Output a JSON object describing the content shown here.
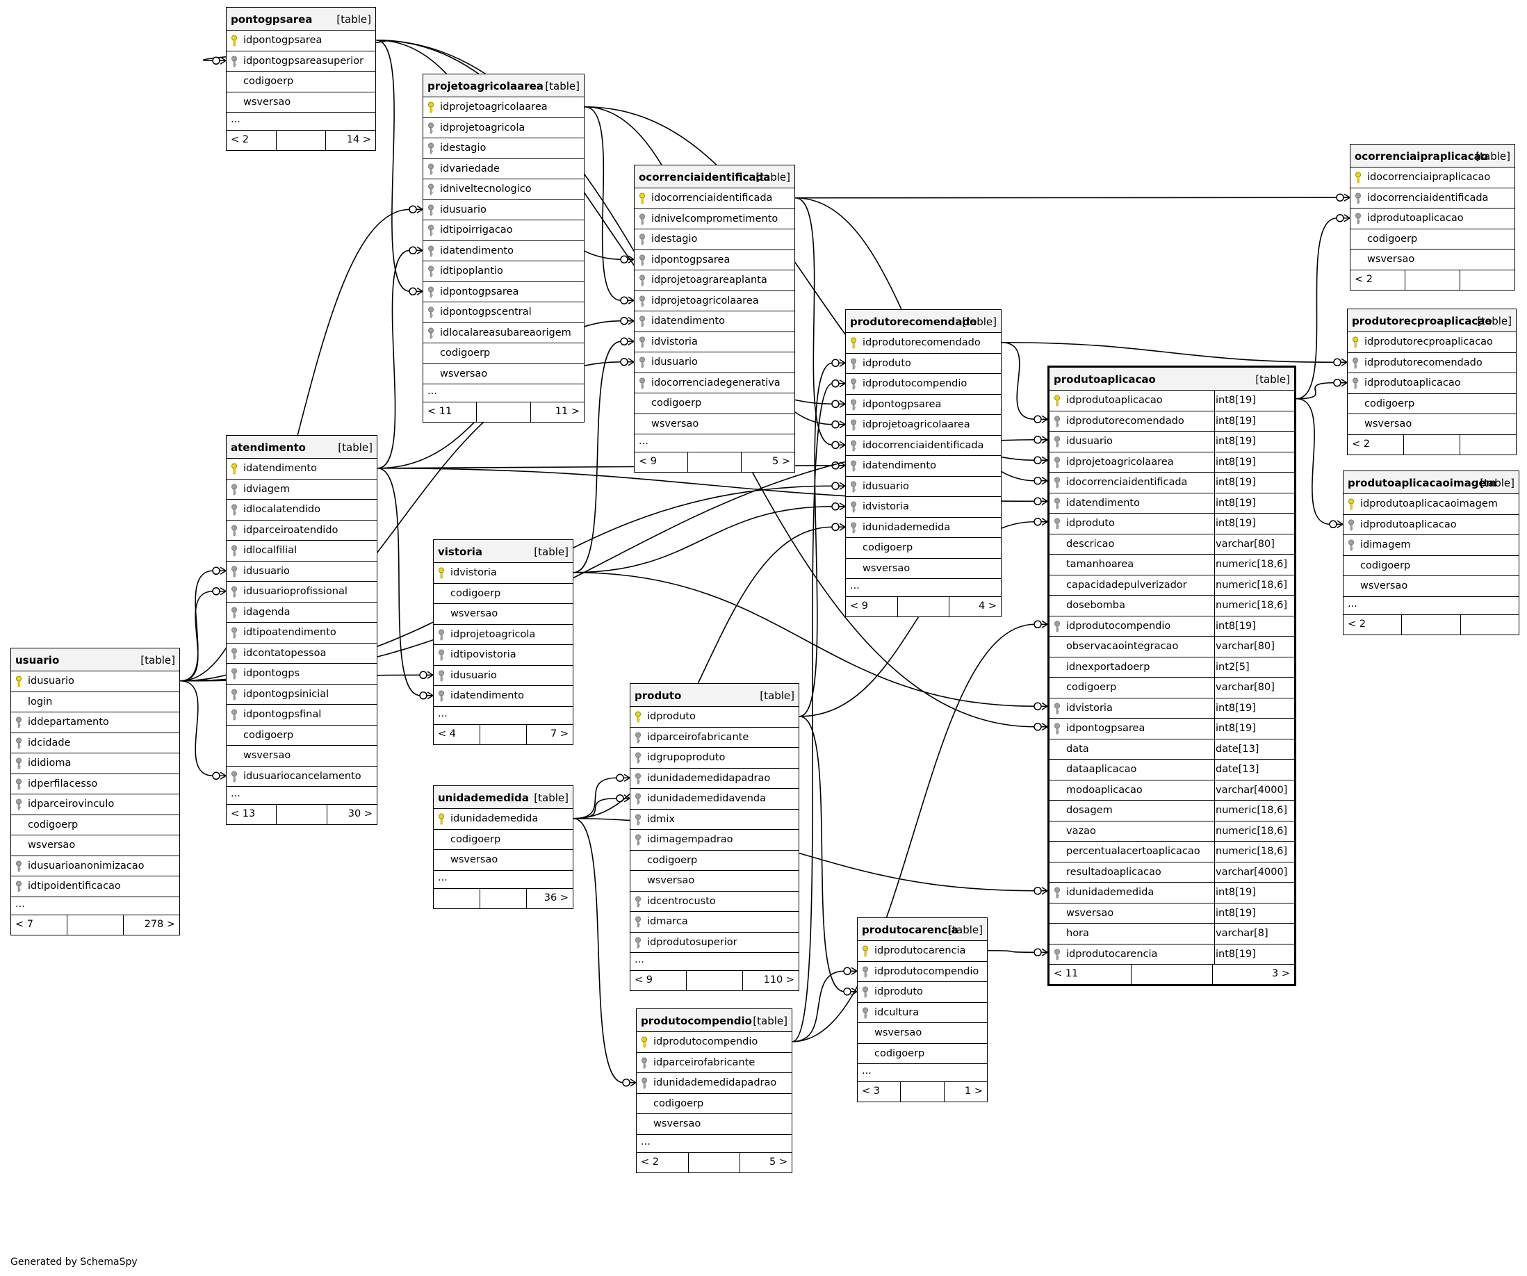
{
  "footer_text": "Generated by SchemaSpy",
  "colors": {
    "primary_key": "#f2d600",
    "foreign_key": "#a0a0a0",
    "header_bg": "#f3f3f3",
    "line": "#000000"
  },
  "tables": [
    {
      "id": "pontogpsarea",
      "name": "pontogpsarea",
      "type": "[table]",
      "columns": [
        {
          "n": "idpontogpsarea",
          "k": "pk"
        },
        {
          "n": "idpontogpsareasuperior",
          "k": "fk"
        },
        {
          "n": "codigoerp",
          "k": ""
        },
        {
          "n": "wsversao",
          "k": ""
        }
      ],
      "more": "...",
      "foot": [
        "< 2",
        "",
        "14 >"
      ]
    },
    {
      "id": "projetoagricolaarea",
      "name": "projetoagricolaarea",
      "type": "[table]",
      "columns": [
        {
          "n": "idprojetoagricolaarea",
          "k": "pk"
        },
        {
          "n": "idprojetoagricola",
          "k": "fk"
        },
        {
          "n": "idestagio",
          "k": "fk"
        },
        {
          "n": "idvariedade",
          "k": "fk"
        },
        {
          "n": "idniveltecnologico",
          "k": "fk"
        },
        {
          "n": "idusuario",
          "k": "fk"
        },
        {
          "n": "idtipoirrigacao",
          "k": "fk"
        },
        {
          "n": "idatendimento",
          "k": "fk"
        },
        {
          "n": "idtipoplantio",
          "k": "fk"
        },
        {
          "n": "idpontogpsarea",
          "k": "fk"
        },
        {
          "n": "idpontogpscentral",
          "k": "fk"
        },
        {
          "n": "idlocalareasubareaorigem",
          "k": "fk"
        },
        {
          "n": "codigoerp",
          "k": ""
        },
        {
          "n": "wsversao",
          "k": ""
        }
      ],
      "more": "...",
      "foot": [
        "< 11",
        "",
        "11 >"
      ]
    },
    {
      "id": "ocorrenciaidentificada",
      "name": "ocorrenciaidentificada",
      "type": "[table]",
      "columns": [
        {
          "n": "idocorrenciaidentificada",
          "k": "pk"
        },
        {
          "n": "idnivelcomprometimento",
          "k": "fk"
        },
        {
          "n": "idestagio",
          "k": "fk"
        },
        {
          "n": "idpontogpsarea",
          "k": "fk"
        },
        {
          "n": "idprojetoagrareaplanta",
          "k": "fk"
        },
        {
          "n": "idprojetoagricolaarea",
          "k": "fk"
        },
        {
          "n": "idatendimento",
          "k": "fk"
        },
        {
          "n": "idvistoria",
          "k": "fk"
        },
        {
          "n": "idusuario",
          "k": "fk"
        },
        {
          "n": "idocorrenciadegenerativa",
          "k": "fk"
        },
        {
          "n": "codigoerp",
          "k": ""
        },
        {
          "n": "wsversao",
          "k": ""
        }
      ],
      "more": "...",
      "foot": [
        "< 9",
        "",
        "5 >"
      ]
    },
    {
      "id": "ocorrenciaipraplicacao",
      "name": "ocorrenciaipraplicacao",
      "type": "[table]",
      "columns": [
        {
          "n": "idocorrenciaipraplicacao",
          "k": "pk"
        },
        {
          "n": "idocorrenciaidentificada",
          "k": "fk"
        },
        {
          "n": "idprodutoaplicacao",
          "k": "fk"
        },
        {
          "n": "codigoerp",
          "k": ""
        },
        {
          "n": "wsversao",
          "k": ""
        }
      ],
      "more": "",
      "foot": [
        "< 2",
        "",
        ""
      ]
    },
    {
      "id": "produtorecproaplicacao",
      "name": "produtorecproaplicacao",
      "type": "[table]",
      "columns": [
        {
          "n": "idprodutorecproaplicacao",
          "k": "pk"
        },
        {
          "n": "idprodutorecomendado",
          "k": "fk"
        },
        {
          "n": "idprodutoaplicacao",
          "k": "fk"
        },
        {
          "n": "codigoerp",
          "k": ""
        },
        {
          "n": "wsversao",
          "k": ""
        }
      ],
      "more": "",
      "foot": [
        "< 2",
        "",
        ""
      ]
    },
    {
      "id": "produtoaplicacaoimagem",
      "name": "produtoaplicacaoimagem",
      "type": "[table]",
      "columns": [
        {
          "n": "idprodutoaplicacaoimagem",
          "k": "pk"
        },
        {
          "n": "idprodutoaplicacao",
          "k": "fk"
        },
        {
          "n": "idimagem",
          "k": "fk"
        },
        {
          "n": "codigoerp",
          "k": ""
        },
        {
          "n": "wsversao",
          "k": ""
        }
      ],
      "more": "...",
      "foot": [
        "< 2",
        "",
        ""
      ]
    },
    {
      "id": "produtorecomendado",
      "name": "produtorecomendado",
      "type": "[table]",
      "columns": [
        {
          "n": "idprodutorecomendado",
          "k": "pk"
        },
        {
          "n": "idproduto",
          "k": "fk"
        },
        {
          "n": "idprodutocompendio",
          "k": "fk"
        },
        {
          "n": "idpontogpsarea",
          "k": "fk"
        },
        {
          "n": "idprojetoagricolaarea",
          "k": "fk"
        },
        {
          "n": "idocorrenciaidentificada",
          "k": "fk"
        },
        {
          "n": "idatendimento",
          "k": "fk"
        },
        {
          "n": "idusuario",
          "k": "fk"
        },
        {
          "n": "idvistoria",
          "k": "fk"
        },
        {
          "n": "idunidademedida",
          "k": "fk"
        },
        {
          "n": "codigoerp",
          "k": ""
        },
        {
          "n": "wsversao",
          "k": ""
        }
      ],
      "more": "...",
      "foot": [
        "< 9",
        "",
        "4 >"
      ]
    },
    {
      "id": "produtoaplicacao",
      "name": "produtoaplicacao",
      "type": "[table]",
      "focus": true,
      "columns": [
        {
          "n": "idprodutoaplicacao",
          "k": "pk",
          "t": "int8[19]"
        },
        {
          "n": "idprodutorecomendado",
          "k": "fk",
          "t": "int8[19]"
        },
        {
          "n": "idusuario",
          "k": "fk",
          "t": "int8[19]"
        },
        {
          "n": "idprojetoagricolaarea",
          "k": "fk",
          "t": "int8[19]"
        },
        {
          "n": "idocorrenciaidentificada",
          "k": "fk",
          "t": "int8[19]"
        },
        {
          "n": "idatendimento",
          "k": "fk",
          "t": "int8[19]"
        },
        {
          "n": "idproduto",
          "k": "fk",
          "t": "int8[19]"
        },
        {
          "n": "descricao",
          "k": "",
          "t": "varchar[80]"
        },
        {
          "n": "tamanhoarea",
          "k": "",
          "t": "numeric[18,6]"
        },
        {
          "n": "capacidadepulverizador",
          "k": "",
          "t": "numeric[18,6]"
        },
        {
          "n": "dosebomba",
          "k": "",
          "t": "numeric[18,6]"
        },
        {
          "n": "idprodutocompendio",
          "k": "fk",
          "t": "int8[19]"
        },
        {
          "n": "observacaointegracao",
          "k": "",
          "t": "varchar[80]"
        },
        {
          "n": "idnexportadoerp",
          "k": "",
          "t": "int2[5]"
        },
        {
          "n": "codigoerp",
          "k": "",
          "t": "varchar[80]"
        },
        {
          "n": "idvistoria",
          "k": "fk",
          "t": "int8[19]"
        },
        {
          "n": "idpontogpsarea",
          "k": "fk",
          "t": "int8[19]"
        },
        {
          "n": "data",
          "k": "",
          "t": "date[13]"
        },
        {
          "n": "dataaplicacao",
          "k": "",
          "t": "date[13]"
        },
        {
          "n": "modoaplicacao",
          "k": "",
          "t": "varchar[4000]"
        },
        {
          "n": "dosagem",
          "k": "",
          "t": "numeric[18,6]"
        },
        {
          "n": "vazao",
          "k": "",
          "t": "numeric[18,6]"
        },
        {
          "n": "percentualacertoaplicacao",
          "k": "",
          "t": "numeric[18,6]"
        },
        {
          "n": "resultadoaplicacao",
          "k": "",
          "t": "varchar[4000]"
        },
        {
          "n": "idunidademedida",
          "k": "fk",
          "t": "int8[19]"
        },
        {
          "n": "wsversao",
          "k": "",
          "t": "int8[19]"
        },
        {
          "n": "hora",
          "k": "",
          "t": "varchar[8]"
        },
        {
          "n": "idprodutocarencia",
          "k": "fk",
          "t": "int8[19]"
        }
      ],
      "more": "",
      "foot": [
        "< 11",
        "",
        "3 >"
      ]
    },
    {
      "id": "atendimento",
      "name": "atendimento",
      "type": "[table]",
      "columns": [
        {
          "n": "idatendimento",
          "k": "pk"
        },
        {
          "n": "idviagem",
          "k": "fk"
        },
        {
          "n": "idlocalatendido",
          "k": "fk"
        },
        {
          "n": "idparceiroatendido",
          "k": "fk"
        },
        {
          "n": "idlocalfilial",
          "k": "fk"
        },
        {
          "n": "idusuario",
          "k": "fk"
        },
        {
          "n": "idusuarioprofissional",
          "k": "fk"
        },
        {
          "n": "idagenda",
          "k": "fk"
        },
        {
          "n": "idtipoatendimento",
          "k": "fk"
        },
        {
          "n": "idcontatopessoa",
          "k": "fk"
        },
        {
          "n": "idpontogps",
          "k": "fk"
        },
        {
          "n": "idpontogpsinicial",
          "k": "fk"
        },
        {
          "n": "idpontogpsfinal",
          "k": "fk"
        },
        {
          "n": "codigoerp",
          "k": ""
        },
        {
          "n": "wsversao",
          "k": ""
        },
        {
          "n": "idusuariocancelamento",
          "k": "fk"
        }
      ],
      "more": "...",
      "foot": [
        "< 13",
        "",
        "30 >"
      ]
    },
    {
      "id": "vistoria",
      "name": "vistoria",
      "type": "[table]",
      "columns": [
        {
          "n": "idvistoria",
          "k": "pk"
        },
        {
          "n": "codigoerp",
          "k": ""
        },
        {
          "n": "wsversao",
          "k": ""
        },
        {
          "n": "idprojetoagricola",
          "k": "fk"
        },
        {
          "n": "idtipovistoria",
          "k": "fk"
        },
        {
          "n": "idusuario",
          "k": "fk"
        },
        {
          "n": "idatendimento",
          "k": "fk"
        }
      ],
      "more": "...",
      "foot": [
        "< 4",
        "",
        "7 >"
      ]
    },
    {
      "id": "usuario",
      "name": "usuario",
      "type": "[table]",
      "columns": [
        {
          "n": "idusuario",
          "k": "pk"
        },
        {
          "n": "login",
          "k": ""
        },
        {
          "n": "iddepartamento",
          "k": "fk"
        },
        {
          "n": "idcidade",
          "k": "fk"
        },
        {
          "n": "ididioma",
          "k": "fk"
        },
        {
          "n": "idperfilacesso",
          "k": "fk"
        },
        {
          "n": "idparceirovinculo",
          "k": "fk"
        },
        {
          "n": "codigoerp",
          "k": ""
        },
        {
          "n": "wsversao",
          "k": ""
        },
        {
          "n": "idusuarioanonimizacao",
          "k": "fk"
        },
        {
          "n": "idtipoidentificacao",
          "k": "fk"
        }
      ],
      "more": "...",
      "foot": [
        "< 7",
        "",
        "278 >"
      ]
    },
    {
      "id": "produto",
      "name": "produto",
      "type": "[table]",
      "columns": [
        {
          "n": "idproduto",
          "k": "pk"
        },
        {
          "n": "idparceirofabricante",
          "k": "fk"
        },
        {
          "n": "idgrupoproduto",
          "k": "fk"
        },
        {
          "n": "idunidademedidapadrao",
          "k": "fk"
        },
        {
          "n": "idunidademedidavenda",
          "k": "fk"
        },
        {
          "n": "idmix",
          "k": "fk"
        },
        {
          "n": "idimagempadrao",
          "k": "fk"
        },
        {
          "n": "codigoerp",
          "k": ""
        },
        {
          "n": "wsversao",
          "k": ""
        },
        {
          "n": "idcentrocusto",
          "k": "fk"
        },
        {
          "n": "idmarca",
          "k": "fk"
        },
        {
          "n": "idprodutosuperior",
          "k": "fk"
        }
      ],
      "more": "...",
      "foot": [
        "< 9",
        "",
        "110 >"
      ]
    },
    {
      "id": "unidademedida",
      "name": "unidademedida",
      "type": "[table]",
      "columns": [
        {
          "n": "idunidademedida",
          "k": "pk"
        },
        {
          "n": "codigoerp",
          "k": ""
        },
        {
          "n": "wsversao",
          "k": ""
        }
      ],
      "more": "...",
      "foot": [
        "",
        "",
        "36 >"
      ]
    },
    {
      "id": "produtocarencia",
      "name": "produtocarencia",
      "type": "[table]",
      "columns": [
        {
          "n": "idprodutocarencia",
          "k": "pk"
        },
        {
          "n": "idprodutocompendio",
          "k": "fk"
        },
        {
          "n": "idproduto",
          "k": "fk"
        },
        {
          "n": "idcultura",
          "k": "fk"
        },
        {
          "n": "wsversao",
          "k": ""
        },
        {
          "n": "codigoerp",
          "k": ""
        }
      ],
      "more": "...",
      "foot": [
        "< 3",
        "",
        "1 >"
      ]
    },
    {
      "id": "produtocompendio",
      "name": "produtocompendio",
      "type": "[table]",
      "columns": [
        {
          "n": "idprodutocompendio",
          "k": "pk"
        },
        {
          "n": "idparceirofabricante",
          "k": "fk"
        },
        {
          "n": "idunidademedidapadrao",
          "k": "fk"
        },
        {
          "n": "codigoerp",
          "k": ""
        },
        {
          "n": "wsversao",
          "k": ""
        }
      ],
      "more": "...",
      "foot": [
        "< 2",
        "",
        "5 >"
      ]
    }
  ],
  "relationships": [
    {
      "from": "pontogpsarea",
      "fc": 0,
      "to": "projetoagricolaarea",
      "tc": 9
    },
    {
      "from": "pontogpsarea",
      "fc": 0,
      "to": "ocorrenciaidentificada",
      "tc": 3
    },
    {
      "from": "pontogpsarea",
      "fc": 0,
      "to": "produtorecomendado",
      "tc": 3
    },
    {
      "from": "pontogpsarea",
      "fc": 0,
      "to": "produtoaplicacao",
      "tc": 16
    },
    {
      "from": "pontogpsarea",
      "fc": 0,
      "to": "pontogpsarea",
      "tc": 1
    },
    {
      "from": "projetoagricolaarea",
      "fc": 0,
      "to": "ocorrenciaidentificada",
      "tc": 5
    },
    {
      "from": "projetoagricolaarea",
      "fc": 0,
      "to": "produtorecomendado",
      "tc": 4
    },
    {
      "from": "projetoagricolaarea",
      "fc": 0,
      "to": "produtoaplicacao",
      "tc": 3
    },
    {
      "from": "ocorrenciaidentificada",
      "fc": 0,
      "to": "ocorrenciaipraplicacao",
      "tc": 1
    },
    {
      "from": "ocorrenciaidentificada",
      "fc": 0,
      "to": "produtorecomendado",
      "tc": 5
    },
    {
      "from": "ocorrenciaidentificada",
      "fc": 0,
      "to": "produtoaplicacao",
      "tc": 4
    },
    {
      "from": "produtoaplicacao",
      "fc": 0,
      "to": "ocorrenciaipraplicacao",
      "tc": 2
    },
    {
      "from": "produtoaplicacao",
      "fc": 0,
      "to": "produtorecproaplicacao",
      "tc": 2
    },
    {
      "from": "produtoaplicacao",
      "fc": 0,
      "to": "produtoaplicacaoimagem",
      "tc": 1
    },
    {
      "from": "produtorecomendado",
      "fc": 0,
      "to": "produtorecproaplicacao",
      "tc": 1
    },
    {
      "from": "produtorecomendado",
      "fc": 0,
      "to": "produtoaplicacao",
      "tc": 1
    },
    {
      "from": "atendimento",
      "fc": 0,
      "to": "projetoagricolaarea",
      "tc": 7
    },
    {
      "from": "atendimento",
      "fc": 0,
      "to": "ocorrenciaidentificada",
      "tc": 6
    },
    {
      "from": "atendimento",
      "fc": 0,
      "to": "produtorecomendado",
      "tc": 6
    },
    {
      "from": "atendimento",
      "fc": 0,
      "to": "produtoaplicacao",
      "tc": 5
    },
    {
      "from": "atendimento",
      "fc": 0,
      "to": "vistoria",
      "tc": 6
    },
    {
      "from": "vistoria",
      "fc": 0,
      "to": "ocorrenciaidentificada",
      "tc": 7
    },
    {
      "from": "vistoria",
      "fc": 0,
      "to": "produtorecomendado",
      "tc": 8
    },
    {
      "from": "vistoria",
      "fc": 0,
      "to": "produtoaplicacao",
      "tc": 15
    },
    {
      "from": "usuario",
      "fc": 0,
      "to": "projetoagricolaarea",
      "tc": 5
    },
    {
      "from": "usuario",
      "fc": 0,
      "to": "atendimento",
      "tc": 5
    },
    {
      "from": "usuario",
      "fc": 0,
      "to": "atendimento",
      "tc": 6
    },
    {
      "from": "usuario",
      "fc": 0,
      "to": "atendimento",
      "tc": 15
    },
    {
      "from": "usuario",
      "fc": 0,
      "to": "vistoria",
      "tc": 5
    },
    {
      "from": "usuario",
      "fc": 0,
      "to": "ocorrenciaidentificada",
      "tc": 8
    },
    {
      "from": "usuario",
      "fc": 0,
      "to": "produtorecomendado",
      "tc": 7
    },
    {
      "from": "usuario",
      "fc": 0,
      "to": "produtoaplicacao",
      "tc": 2
    },
    {
      "from": "produto",
      "fc": 0,
      "to": "produtorecomendado",
      "tc": 1
    },
    {
      "from": "produto",
      "fc": 0,
      "to": "produtoaplicacao",
      "tc": 6
    },
    {
      "from": "produto",
      "fc": 0,
      "to": "produtocarencia",
      "tc": 2
    },
    {
      "from": "unidademedida",
      "fc": 0,
      "to": "produto",
      "tc": 3
    },
    {
      "from": "unidademedida",
      "fc": 0,
      "to": "produto",
      "tc": 4
    },
    {
      "from": "unidademedida",
      "fc": 0,
      "to": "produtocompendio",
      "tc": 2
    },
    {
      "from": "unidademedida",
      "fc": 0,
      "to": "produtorecomendado",
      "tc": 9
    },
    {
      "from": "unidademedida",
      "fc": 0,
      "to": "produtoaplicacao",
      "tc": 24
    },
    {
      "from": "produtocompendio",
      "fc": 0,
      "to": "produtorecomendado",
      "tc": 2
    },
    {
      "from": "produtocompendio",
      "fc": 0,
      "to": "produtoaplicacao",
      "tc": 11
    },
    {
      "from": "produtocompendio",
      "fc": 0,
      "to": "produtocarencia",
      "tc": 1
    },
    {
      "from": "produtocarencia",
      "fc": 0,
      "to": "produtoaplicacao",
      "tc": 27
    }
  ]
}
